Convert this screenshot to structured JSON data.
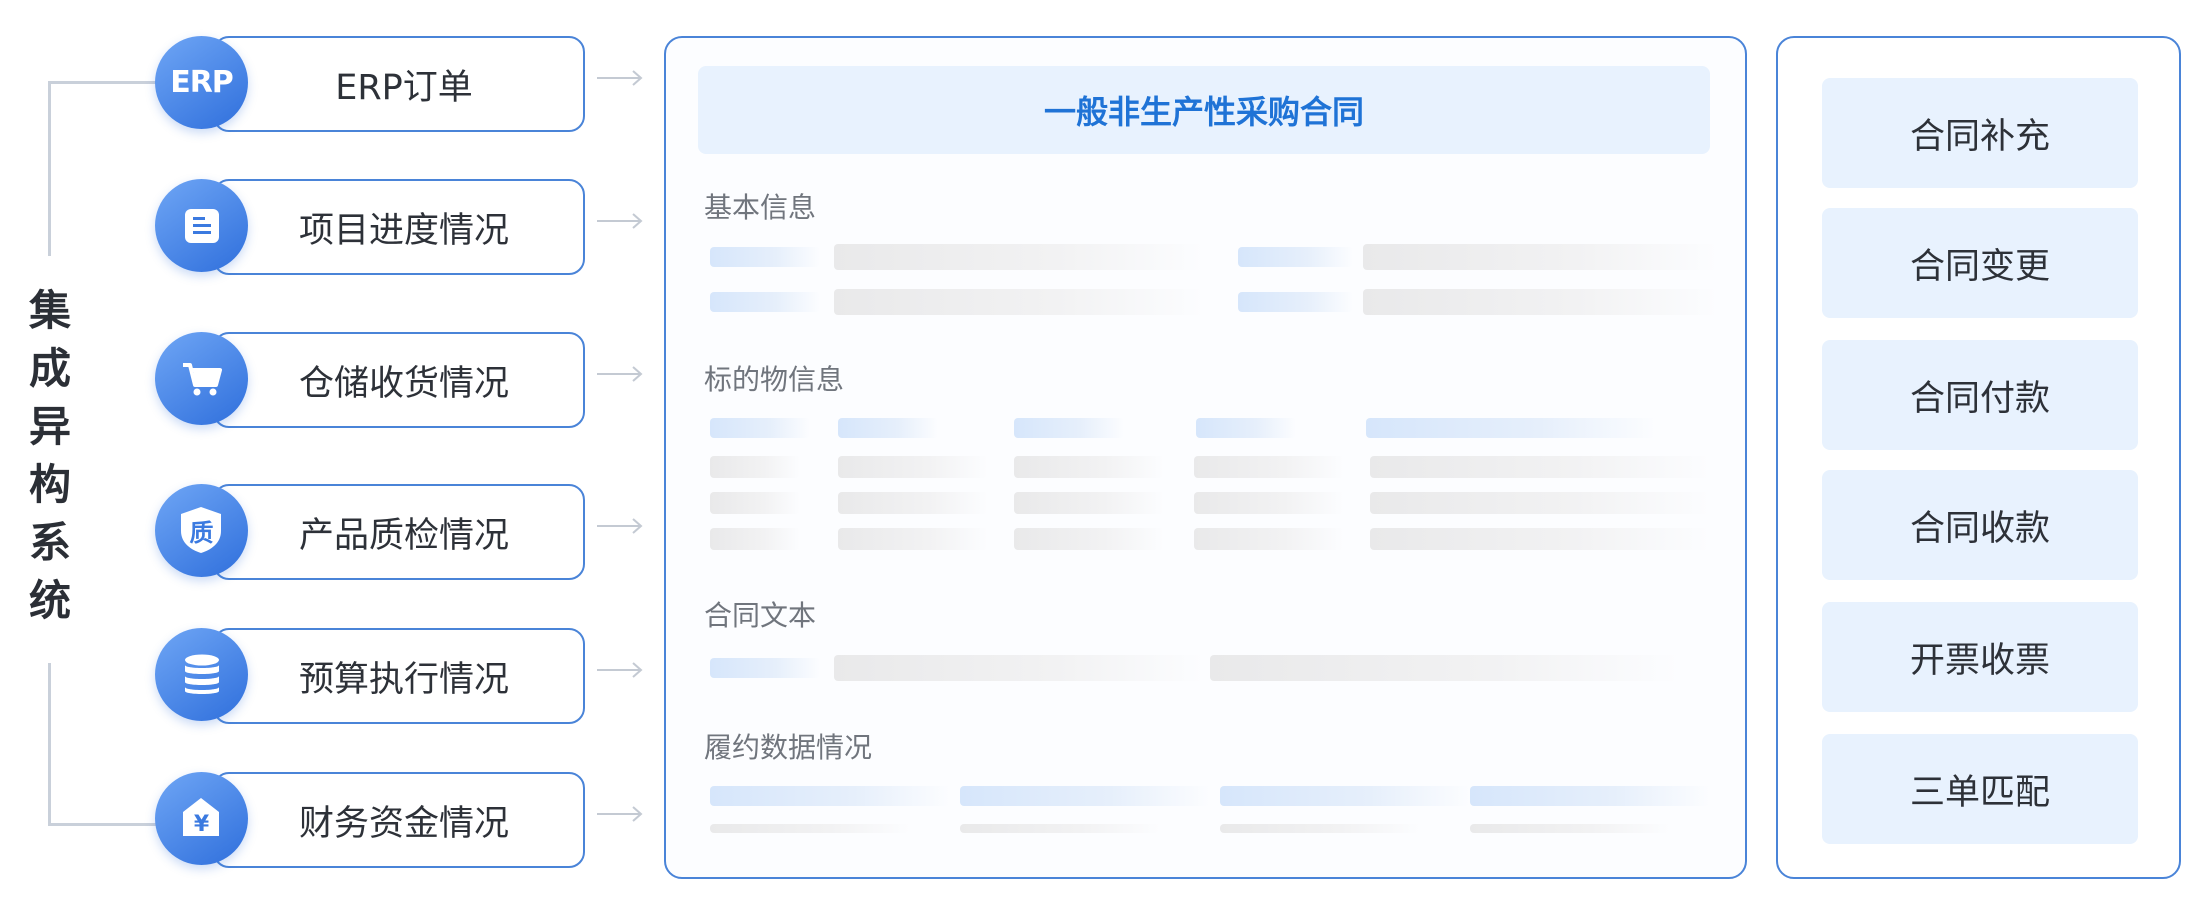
{
  "title_chars": [
    "集",
    "成",
    "异",
    "构",
    "系",
    "统"
  ],
  "left_items": [
    {
      "label": "ERP订单",
      "icon": "erp-icon",
      "icon_text": "ERP"
    },
    {
      "label": "项目进度情况",
      "icon": "document-icon"
    },
    {
      "label": "仓储收货情况",
      "icon": "cart-icon"
    },
    {
      "label": "产品质检情况",
      "icon": "shield-icon",
      "icon_text": "质"
    },
    {
      "label": "预算执行情况",
      "icon": "database-icon"
    },
    {
      "label": "财务资金情况",
      "icon": "yen-house-icon",
      "icon_text": "¥"
    }
  ],
  "contract": {
    "title": "一般非生产性采购合同",
    "sections": [
      "基本信息",
      "标的物信息",
      "合同文本",
      "履约数据情况"
    ]
  },
  "actions": [
    "合同补充",
    "合同变更",
    "合同付款",
    "合同收款",
    "开票收票",
    "三单匹配"
  ],
  "colors": {
    "accent": "#4a84d8",
    "icon_gradient_start": "#6fa6f5",
    "icon_gradient_end": "#2f6fdc",
    "panel_fill": "#e8f2fe",
    "title_blue": "#1f73d6"
  }
}
